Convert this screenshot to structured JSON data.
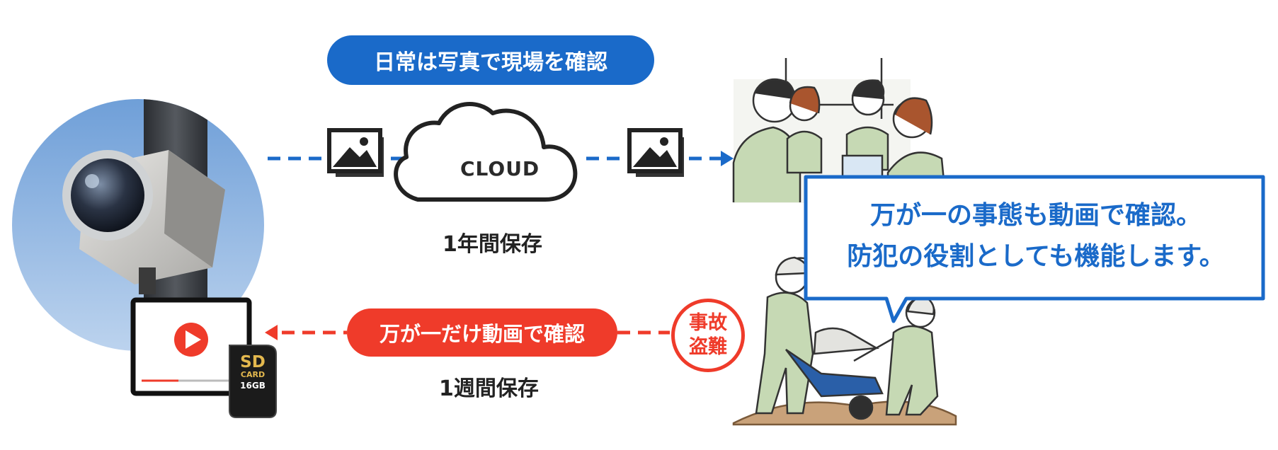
{
  "flow_top": {
    "pill_label": "日常は写真で現場を確認",
    "cloud_label": "CLOUD",
    "retention": "1年間保存"
  },
  "flow_bottom": {
    "pill_label": "万が一だけ動画で確認",
    "retention": "1週間保存"
  },
  "incident_badge": {
    "line1": "事故",
    "line2": "盗難"
  },
  "callout": {
    "line1": "万が一の事態も動画で確認。",
    "line2": "防犯の役割としても機能します。"
  },
  "sd_card": {
    "type": "SD",
    "sub": "CARD",
    "capacity": "16GB"
  },
  "colors": {
    "blue": "#1a6ac9",
    "red": "#ef3b2a",
    "gold": "#e3b84e"
  },
  "icons": [
    "camera-photo",
    "photo-icon",
    "cloud-icon",
    "play-icon",
    "sd-card-icon",
    "people-meeting",
    "workers-illustration"
  ]
}
